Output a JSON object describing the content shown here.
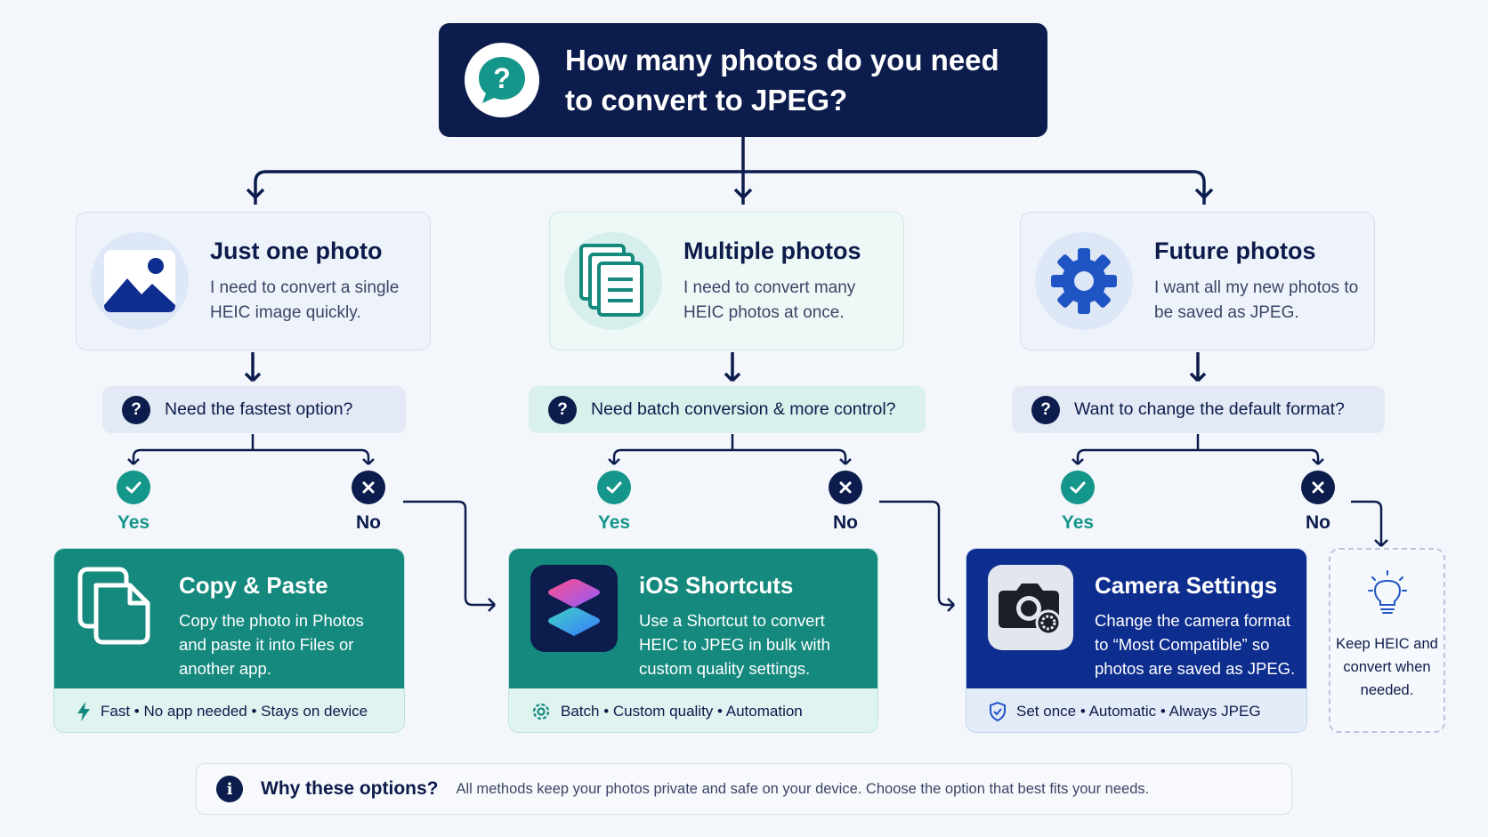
{
  "header": {
    "title": "How many photos do you need to convert to JPEG?",
    "icon": "question-bubble-icon"
  },
  "options": [
    {
      "title": "Just one photo",
      "desc": "I need to convert a single HEIC image quickly.",
      "icon": "image-icon"
    },
    {
      "title": "Multiple photos",
      "desc": "I need to convert many HEIC photos at once.",
      "icon": "documents-stack-icon"
    },
    {
      "title": "Future photos",
      "desc": "I want all my new photos to be saved as JPEG.",
      "icon": "gear-icon"
    }
  ],
  "questions": [
    "Need the fastest option?",
    "Need batch conversion & more control?",
    "Want to change the default format?"
  ],
  "labels": {
    "yes": "Yes",
    "no": "No"
  },
  "results": [
    {
      "title": "Copy & Paste",
      "desc": "Copy the photo in Photos and paste it into Files or another app.",
      "footer": "Fast • No app needed • Stays on device",
      "icon": "copy-icon",
      "footer_icon": "lightning-icon"
    },
    {
      "title": "iOS Shortcuts",
      "desc": "Use a Shortcut to convert HEIC to JPEG in bulk with custom quality settings.",
      "footer": "Batch • Custom quality • Automation",
      "icon": "shortcuts-icon",
      "footer_icon": "gear-icon"
    },
    {
      "title": "Camera Settings",
      "desc": "Change the camera format to “Most Compatible” so photos are saved as JPEG.",
      "footer": "Set once • Automatic • Always JPEG",
      "icon": "camera-settings-icon",
      "footer_icon": "shield-check-icon"
    }
  ],
  "keep": {
    "text": "Keep HEIC and convert when needed.",
    "icon": "lightbulb-icon"
  },
  "info": {
    "title": "Why these options?",
    "text": "All methods keep your photos private and safe on your device. Choose the option that best fits your needs.",
    "icon": "info-icon"
  },
  "colors": {
    "navy": "#0c1c4d",
    "teal": "#15897d",
    "blue": "#0e2e8f",
    "check": "#14968a"
  }
}
